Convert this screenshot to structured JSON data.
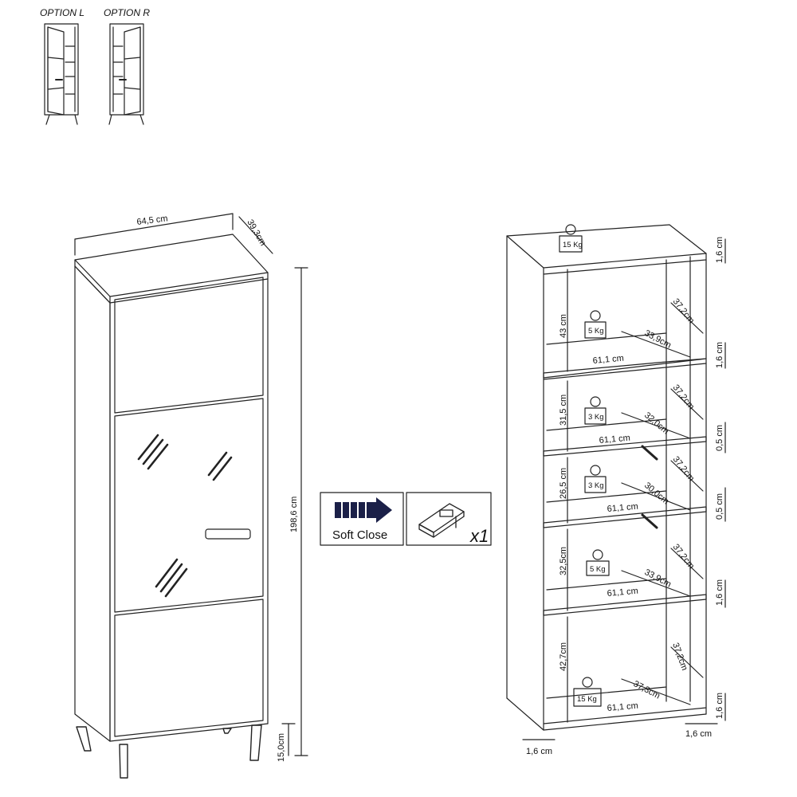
{
  "options": {
    "left": "OPTION L",
    "right": "OPTION R"
  },
  "closed_view": {
    "width": "64,5 cm",
    "depth": "39,3cm",
    "height": "198,6 cm",
    "leg_height": "15,0cm"
  },
  "soft_close": {
    "label": "Soft Close",
    "quantity": "x1",
    "icons": [
      "soft-close-arrow-icon",
      "hinge-icon"
    ],
    "arrow_color": "#1b2048"
  },
  "weights": [
    "15 Kg",
    "5 Kg",
    "3 Kg",
    "3 Kg",
    "5 Kg",
    "15 Kg"
  ],
  "compartment_heights": [
    "43 cm",
    "31,5 cm",
    "26,5 cm",
    "32,5cm",
    "42,7cm"
  ],
  "inner_depths": [
    "37,2cm",
    "37,2cm",
    "37,2cm",
    "37,2cm",
    "37,2cm"
  ],
  "shelf_depths": [
    "33,9cm",
    "32,0cm",
    "30,0cm",
    "33,9cm",
    "37,3cm"
  ],
  "shelf_widths": [
    "61,1 cm",
    "61,1 cm",
    "61,1 cm",
    "61,1 cm",
    "61,1 cm"
  ],
  "thickness": [
    "1,6 cm",
    "1,6 cm",
    "0,5 cm",
    "0,5 cm",
    "1,6 cm",
    "1,6 cm",
    "1,6 cm",
    "1,6 cm"
  ]
}
